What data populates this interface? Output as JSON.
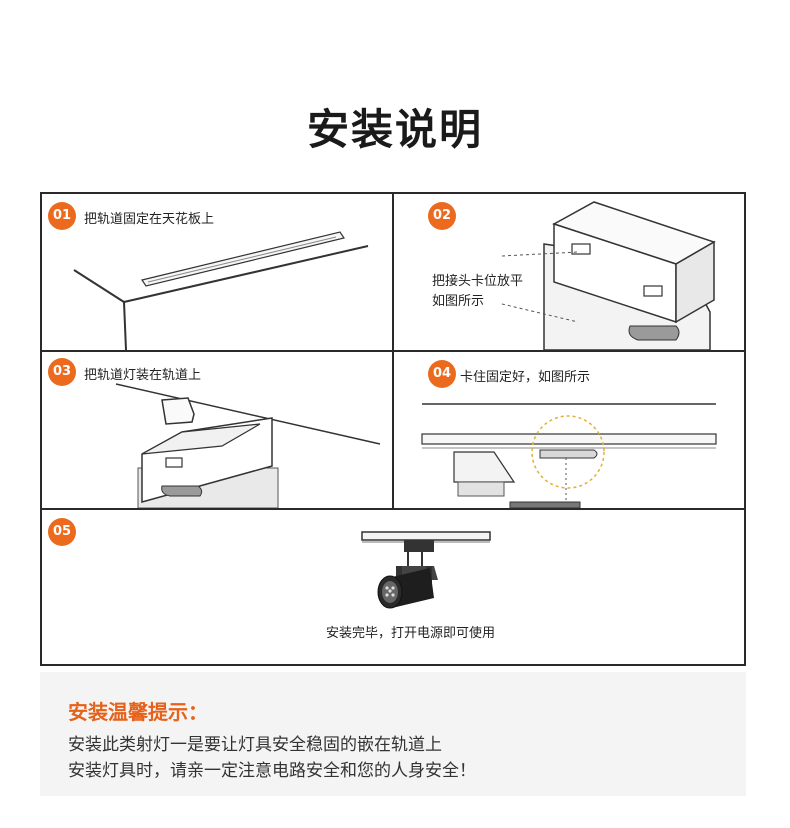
{
  "page_title": "安装说明",
  "steps": [
    {
      "number": "01",
      "caption": "把轨道固定在天花板上"
    },
    {
      "number": "02",
      "caption_line1": "把接头卡位放平",
      "caption_line2": "如图所示"
    },
    {
      "number": "03",
      "caption": "把轨道灯装在轨道上"
    },
    {
      "number": "04",
      "caption": "卡住固定好，如图所示"
    },
    {
      "number": "05",
      "caption": "安装完毕，打开电源即可使用"
    }
  ],
  "tips": {
    "title": "安装温馨提示：",
    "line1": "安装此类射灯一是要让灯具安全稳固的嵌在轨道上",
    "line2": "安装灯具时，请亲一定注意电路安全和您的人身安全！"
  },
  "colors": {
    "accent": "#ec6a1e",
    "tips_title": "#e5621a",
    "border": "#2a2a2a",
    "tips_bg": "#f4f4f4"
  }
}
